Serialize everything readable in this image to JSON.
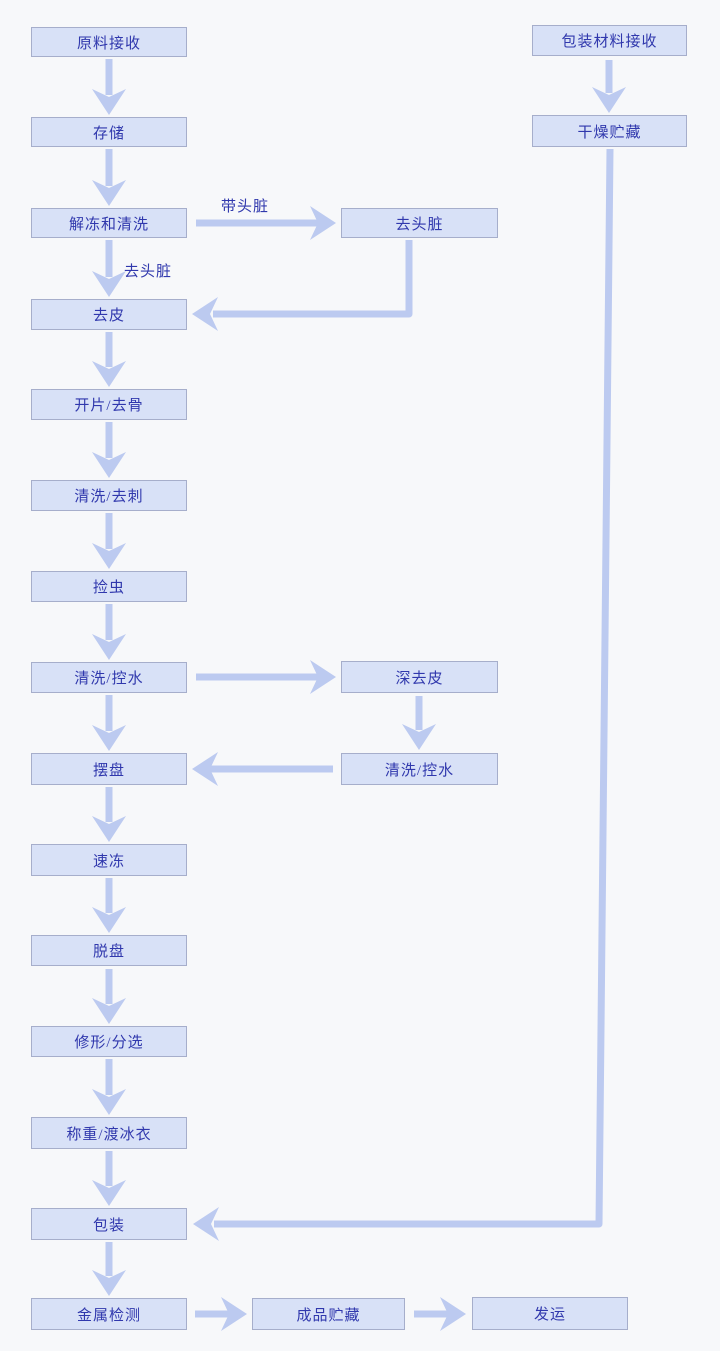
{
  "diagram": {
    "type": "flowchart",
    "language": "zh-CN",
    "colors": {
      "background": "#f7f8fa",
      "node_fill": "#d8e1f7",
      "node_border": "#a6aecb",
      "node_text": "#3038ad",
      "arrow": "#bccaf0"
    },
    "nodes": {
      "raw_material_receiving": "原料接收",
      "storage": "存储",
      "thawing_washing": "解冻和清洗",
      "head_viscera_removal": "去头脏",
      "skinning": "去皮",
      "filleting_deboning": "开片/去骨",
      "washing_pinbone_removal": "清洗/去刺",
      "parasite_inspection": "捡虫",
      "washing_draining_1": "清洗/控水",
      "deep_skinning": "深去皮",
      "washing_draining_2": "清洗/控水",
      "tray_arrangement": "摆盘",
      "quick_freezing": "速冻",
      "detraying": "脱盘",
      "trimming_sorting": "修形/分选",
      "weighing_glazing": "称重/渡冰衣",
      "packaging": "包装",
      "metal_detection": "金属检测",
      "finished_product_storage": "成品贮藏",
      "shipping": "发运",
      "packaging_material_receiving": "包装材料接收",
      "dry_storage": "干燥贮藏"
    },
    "edge_labels": {
      "with_head_viscera": "带头脏",
      "head_viscera_removed": "去头脏"
    }
  }
}
